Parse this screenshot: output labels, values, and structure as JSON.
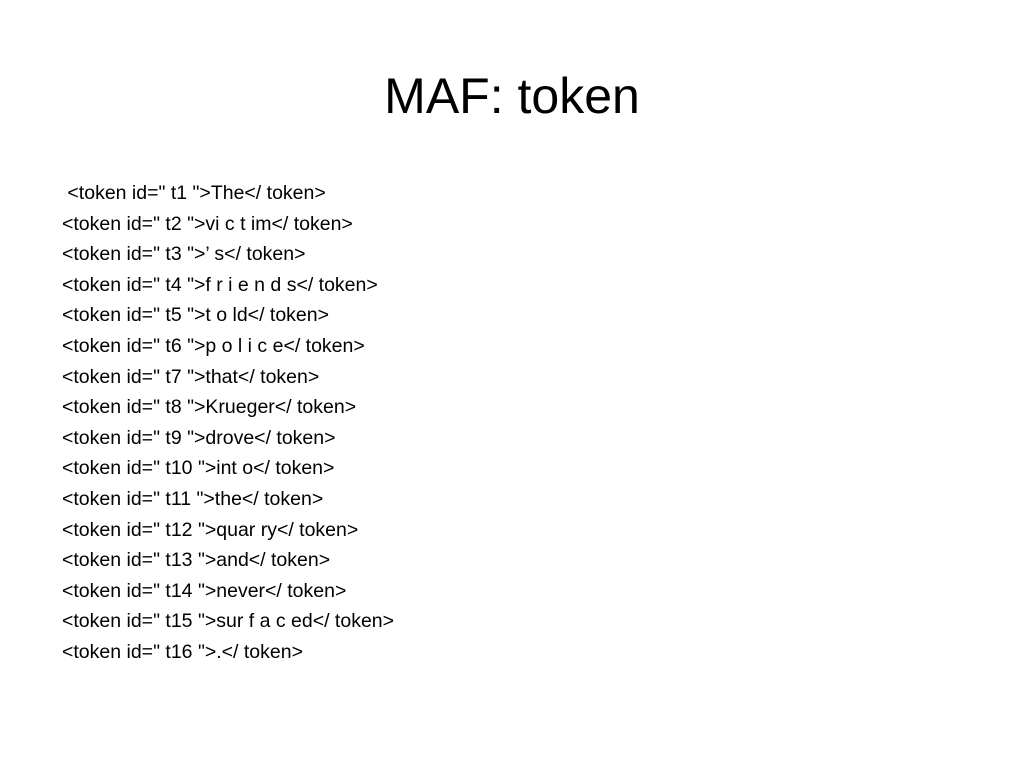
{
  "slide": {
    "title": "MAF: token",
    "lines": [
      " <token id=\" t1 \">The</ token>",
      "<token id=\" t2 \">vi c t im</ token>",
      "<token id=\" t3 \">’ s</ token>",
      "<token id=\" t4 \">f r i e n d s</ token>",
      "<token id=\" t5 \">t o ld</ token>",
      "<token id=\" t6 \">p o l i c e</ token>",
      "<token id=\" t7 \">that</ token>",
      "<token id=\" t8 \">Krueger</ token>",
      "<token id=\" t9 \">drove</ token>",
      "<token id=\" t10 \">int o</ token>",
      "<token id=\" t11 \">the</ token>",
      "<token id=\" t12 \">quar ry</ token>",
      "<token id=\" t13 \">and</ token>",
      "<token id=\" t14 \">never</ token>",
      "<token id=\" t15 \">sur f a c ed</ token>",
      "<token id=\" t16 \">.</ token>"
    ]
  }
}
